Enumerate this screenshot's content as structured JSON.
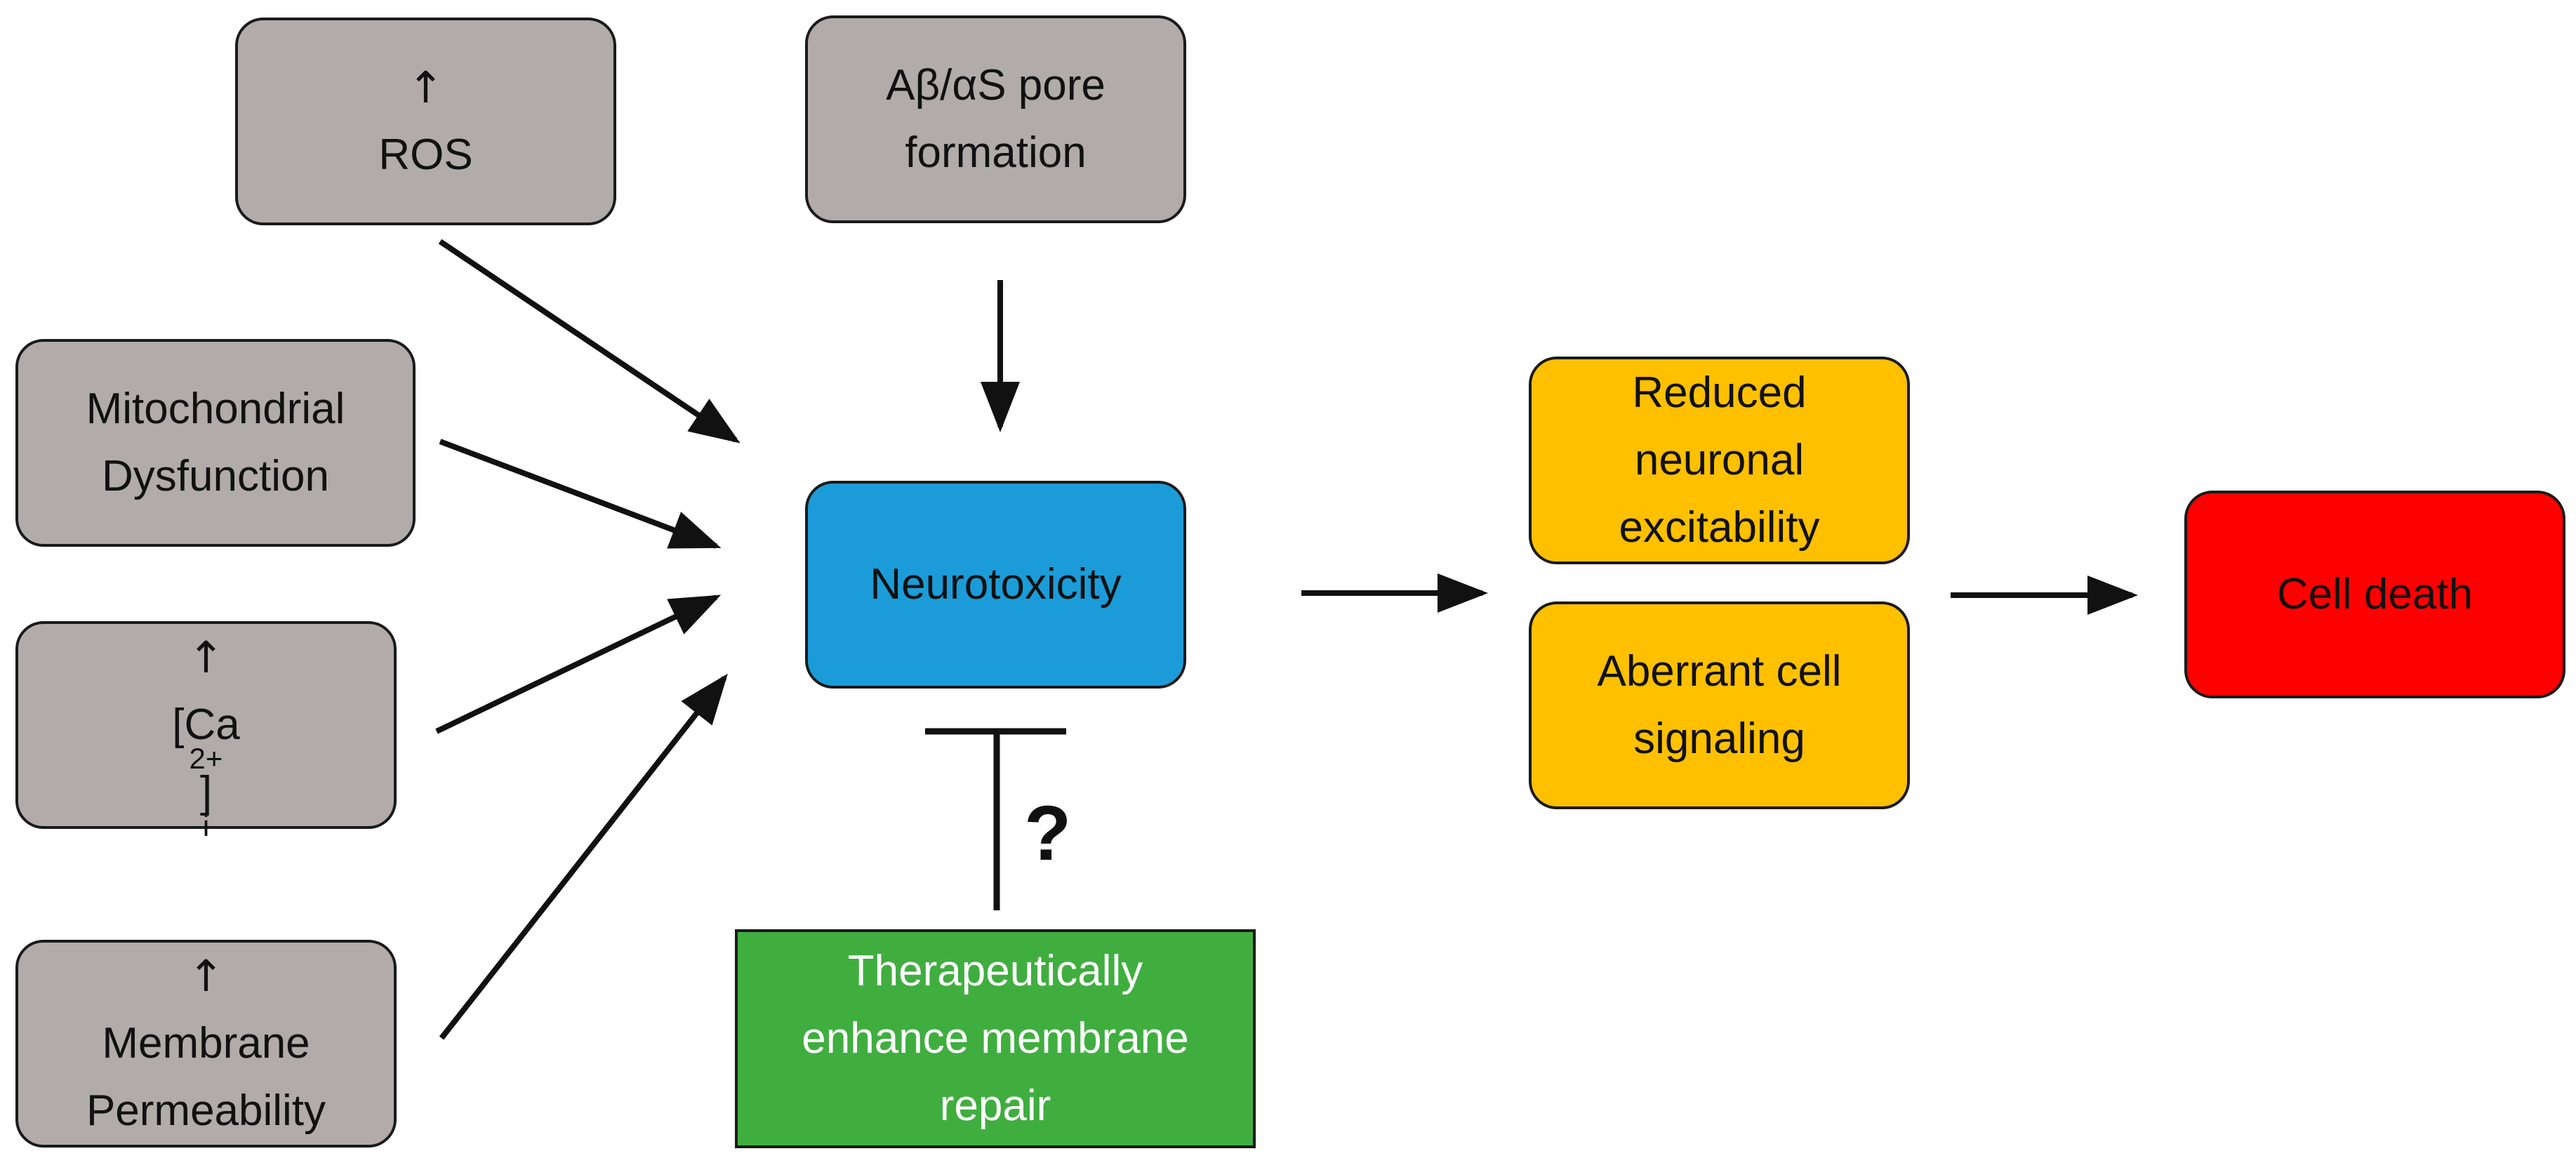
{
  "colors": {
    "factor_box": "#b1aca9",
    "neurotoxicity_box": "#1b9cd8",
    "outcome_box": "#ffc000",
    "cell_death_box": "#ff0000",
    "repair_box": "#3fae3f",
    "repair_text": "#ffffff",
    "arrow": "#111111"
  },
  "nodes": {
    "ros": {
      "arrow_glyph": "↑",
      "label": "ROS"
    },
    "pore": {
      "line1": "Aβ/αS pore",
      "line2": "formation"
    },
    "mito": {
      "line1": "Mitochondrial",
      "line2": "Dysfunction"
    },
    "calcium": {
      "arrow_glyph": "↑",
      "open": "[Ca",
      "sup": "2+",
      "close": "]",
      "sub": "i"
    },
    "membrane": {
      "line1_glyph": "↑",
      "line1": "Membrane",
      "line2": "Permeability"
    },
    "neuro": {
      "label": "Neurotoxicity"
    },
    "reduced": {
      "line1": "Reduced",
      "line2": "neuronal",
      "line3": "excitability"
    },
    "aberrant": {
      "line1": "Aberrant cell",
      "line2": "signaling"
    },
    "death": {
      "label": "Cell death"
    },
    "repair": {
      "line1": "Therapeutically",
      "line2": "enhance membrane",
      "line3": "repair"
    }
  },
  "inhibition_mark": "?"
}
